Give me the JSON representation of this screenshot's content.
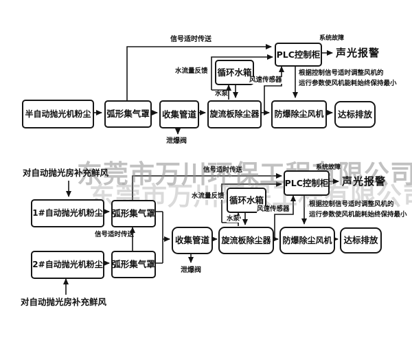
{
  "watermark": {
    "line1": "东莞市万川环保工程有限公司",
    "line2": "东莞市万川环保工程有限公司"
  },
  "colors": {
    "line": "#151515",
    "watermark": "#8f8f8f",
    "background": "#ffffff"
  },
  "top": {
    "boxes": {
      "source": "半自动抛光机粉尘",
      "hood": "弧形集气罩",
      "pipe": "收集管道",
      "scrubber": "旋流板除尘器",
      "fan": "防爆除尘风机",
      "outlet": "达标排放",
      "plc": "PLC控制柜",
      "tank": "循环水箱"
    },
    "labels": {
      "signal": "信号适时传送",
      "fault": "系统故障",
      "alarm": "声光报警",
      "feedback": "水流量反馈",
      "pump": "水泵",
      "sensor": "风速传感器",
      "valve": "泄爆阀",
      "note1": "根据控制信号适时调整风机的",
      "note2": "运行参数使风机能耗始终保持最小"
    }
  },
  "bottom": {
    "boxes": {
      "source1": "1#自动抛光机粉尘",
      "source2": "2#自动抛光机粉尘",
      "hood1": "弧形集气罩",
      "hood2": "弧形集气罩",
      "pipe": "收集管道",
      "scrubber": "旋流板除尘器",
      "fan": "防爆除尘风机",
      "outlet": "达标排放",
      "plc": "PLC控制柜",
      "tank": "循环水箱"
    },
    "labels": {
      "fresh_top": "对自动抛光房补充鲜风",
      "fresh_bottom": "对自动抛光房补充鲜风",
      "signal_top": "信号适时传送",
      "signal_mid": "信号适时传送",
      "fault": "系统故障",
      "alarm": "声光报警",
      "feedback": "水流量反馈",
      "pump": "水泵",
      "sensor": "风速传感器",
      "valve": "泄爆阀",
      "note1": "根据控制信号适时调整风机的",
      "note2": "运行参数使风机能耗始终保持最小"
    }
  }
}
